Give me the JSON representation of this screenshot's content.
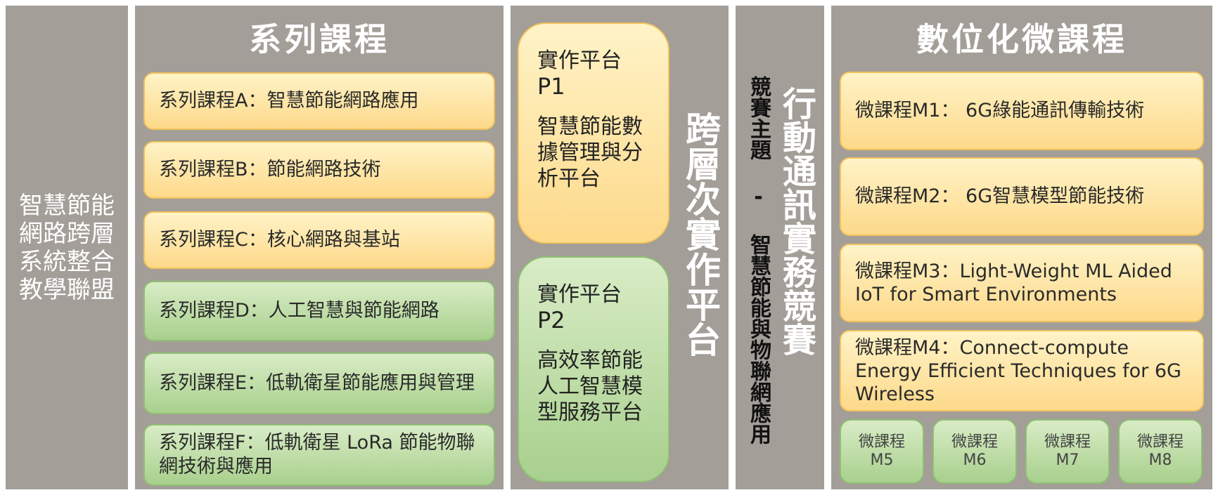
{
  "alliance": {
    "title": "智慧節能\n網路跨層\n系統整合\n教學聯盟"
  },
  "series": {
    "heading": "系列課程",
    "items": [
      {
        "label": "系列課程A：智慧節能網路應用",
        "color": "orange"
      },
      {
        "label": "系列課程B：節能網路技術",
        "color": "orange"
      },
      {
        "label": "系列課程C：核心網路與基站",
        "color": "orange"
      },
      {
        "label": "系列課程D：人工智慧與節能網路",
        "color": "green"
      },
      {
        "label": "系列課程E：低軌衛星節能應用與管理",
        "color": "green"
      },
      {
        "label": "系列課程F：低軌衛星 LoRa 節能物聯網技術與應用",
        "color": "green"
      }
    ]
  },
  "platform": {
    "vertical_title": "跨層次實作平台",
    "p1": {
      "title": "實作平台",
      "code": "P1",
      "desc": "智慧節能數據管理與分析平台"
    },
    "p2": {
      "title": "實作平台",
      "code": "P2",
      "desc": "高效率節能人工智慧模型服務平台"
    }
  },
  "competition": {
    "main_title": "行動通訊實務競賽",
    "sub_title": "競賽主題 - 智慧節能與物聯網應用"
  },
  "micro": {
    "heading": "數位化微課程",
    "items": [
      {
        "label": "微課程M1： 6G綠能通訊傳輸技術"
      },
      {
        "label": "微課程M2： 6G智慧模型節能技術"
      },
      {
        "label": "微課程M3：Light-Weight ML Aided IoT for Smart Environments"
      },
      {
        "label": "微課程M4：Connect-compute Energy Efficient Techniques for 6G Wireless"
      }
    ],
    "small_items": [
      {
        "name": "微課程",
        "code": "M5"
      },
      {
        "name": "微課程",
        "code": "M6"
      },
      {
        "name": "微課程",
        "code": "M7"
      },
      {
        "name": "微課程",
        "code": "M8"
      }
    ]
  },
  "colors": {
    "panel": "#a39e98",
    "orange_fill": "#fdd98a",
    "green_fill": "#a8d08d"
  }
}
